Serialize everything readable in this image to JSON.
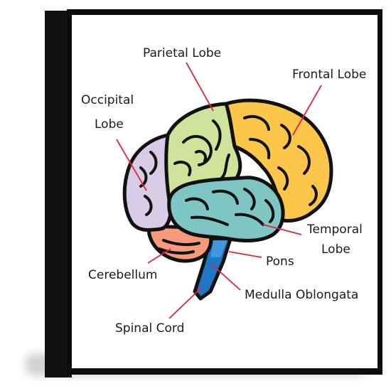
{
  "diagram": {
    "labels": {
      "parietal": "Parietal Lobe",
      "frontal": "Frontal Lobe",
      "occipital_1": "Occipital",
      "occipital_2": "Lobe",
      "temporal_1": "Temporal",
      "temporal_2": "Lobe",
      "pons": "Pons",
      "cerebellum": "Cerebellum",
      "medulla": "Medulla Oblongata",
      "spinal": "Spinal Cord"
    },
    "colors": {
      "parietal": "#cfe39a",
      "frontal": "#fbc64a",
      "occipital": "#d7cbe6",
      "temporal": "#7dc6c3",
      "cerebellum": "#f69a7c",
      "stem": "#1e76c5",
      "leader_line": "#e0243c",
      "outline": "#111111"
    }
  }
}
